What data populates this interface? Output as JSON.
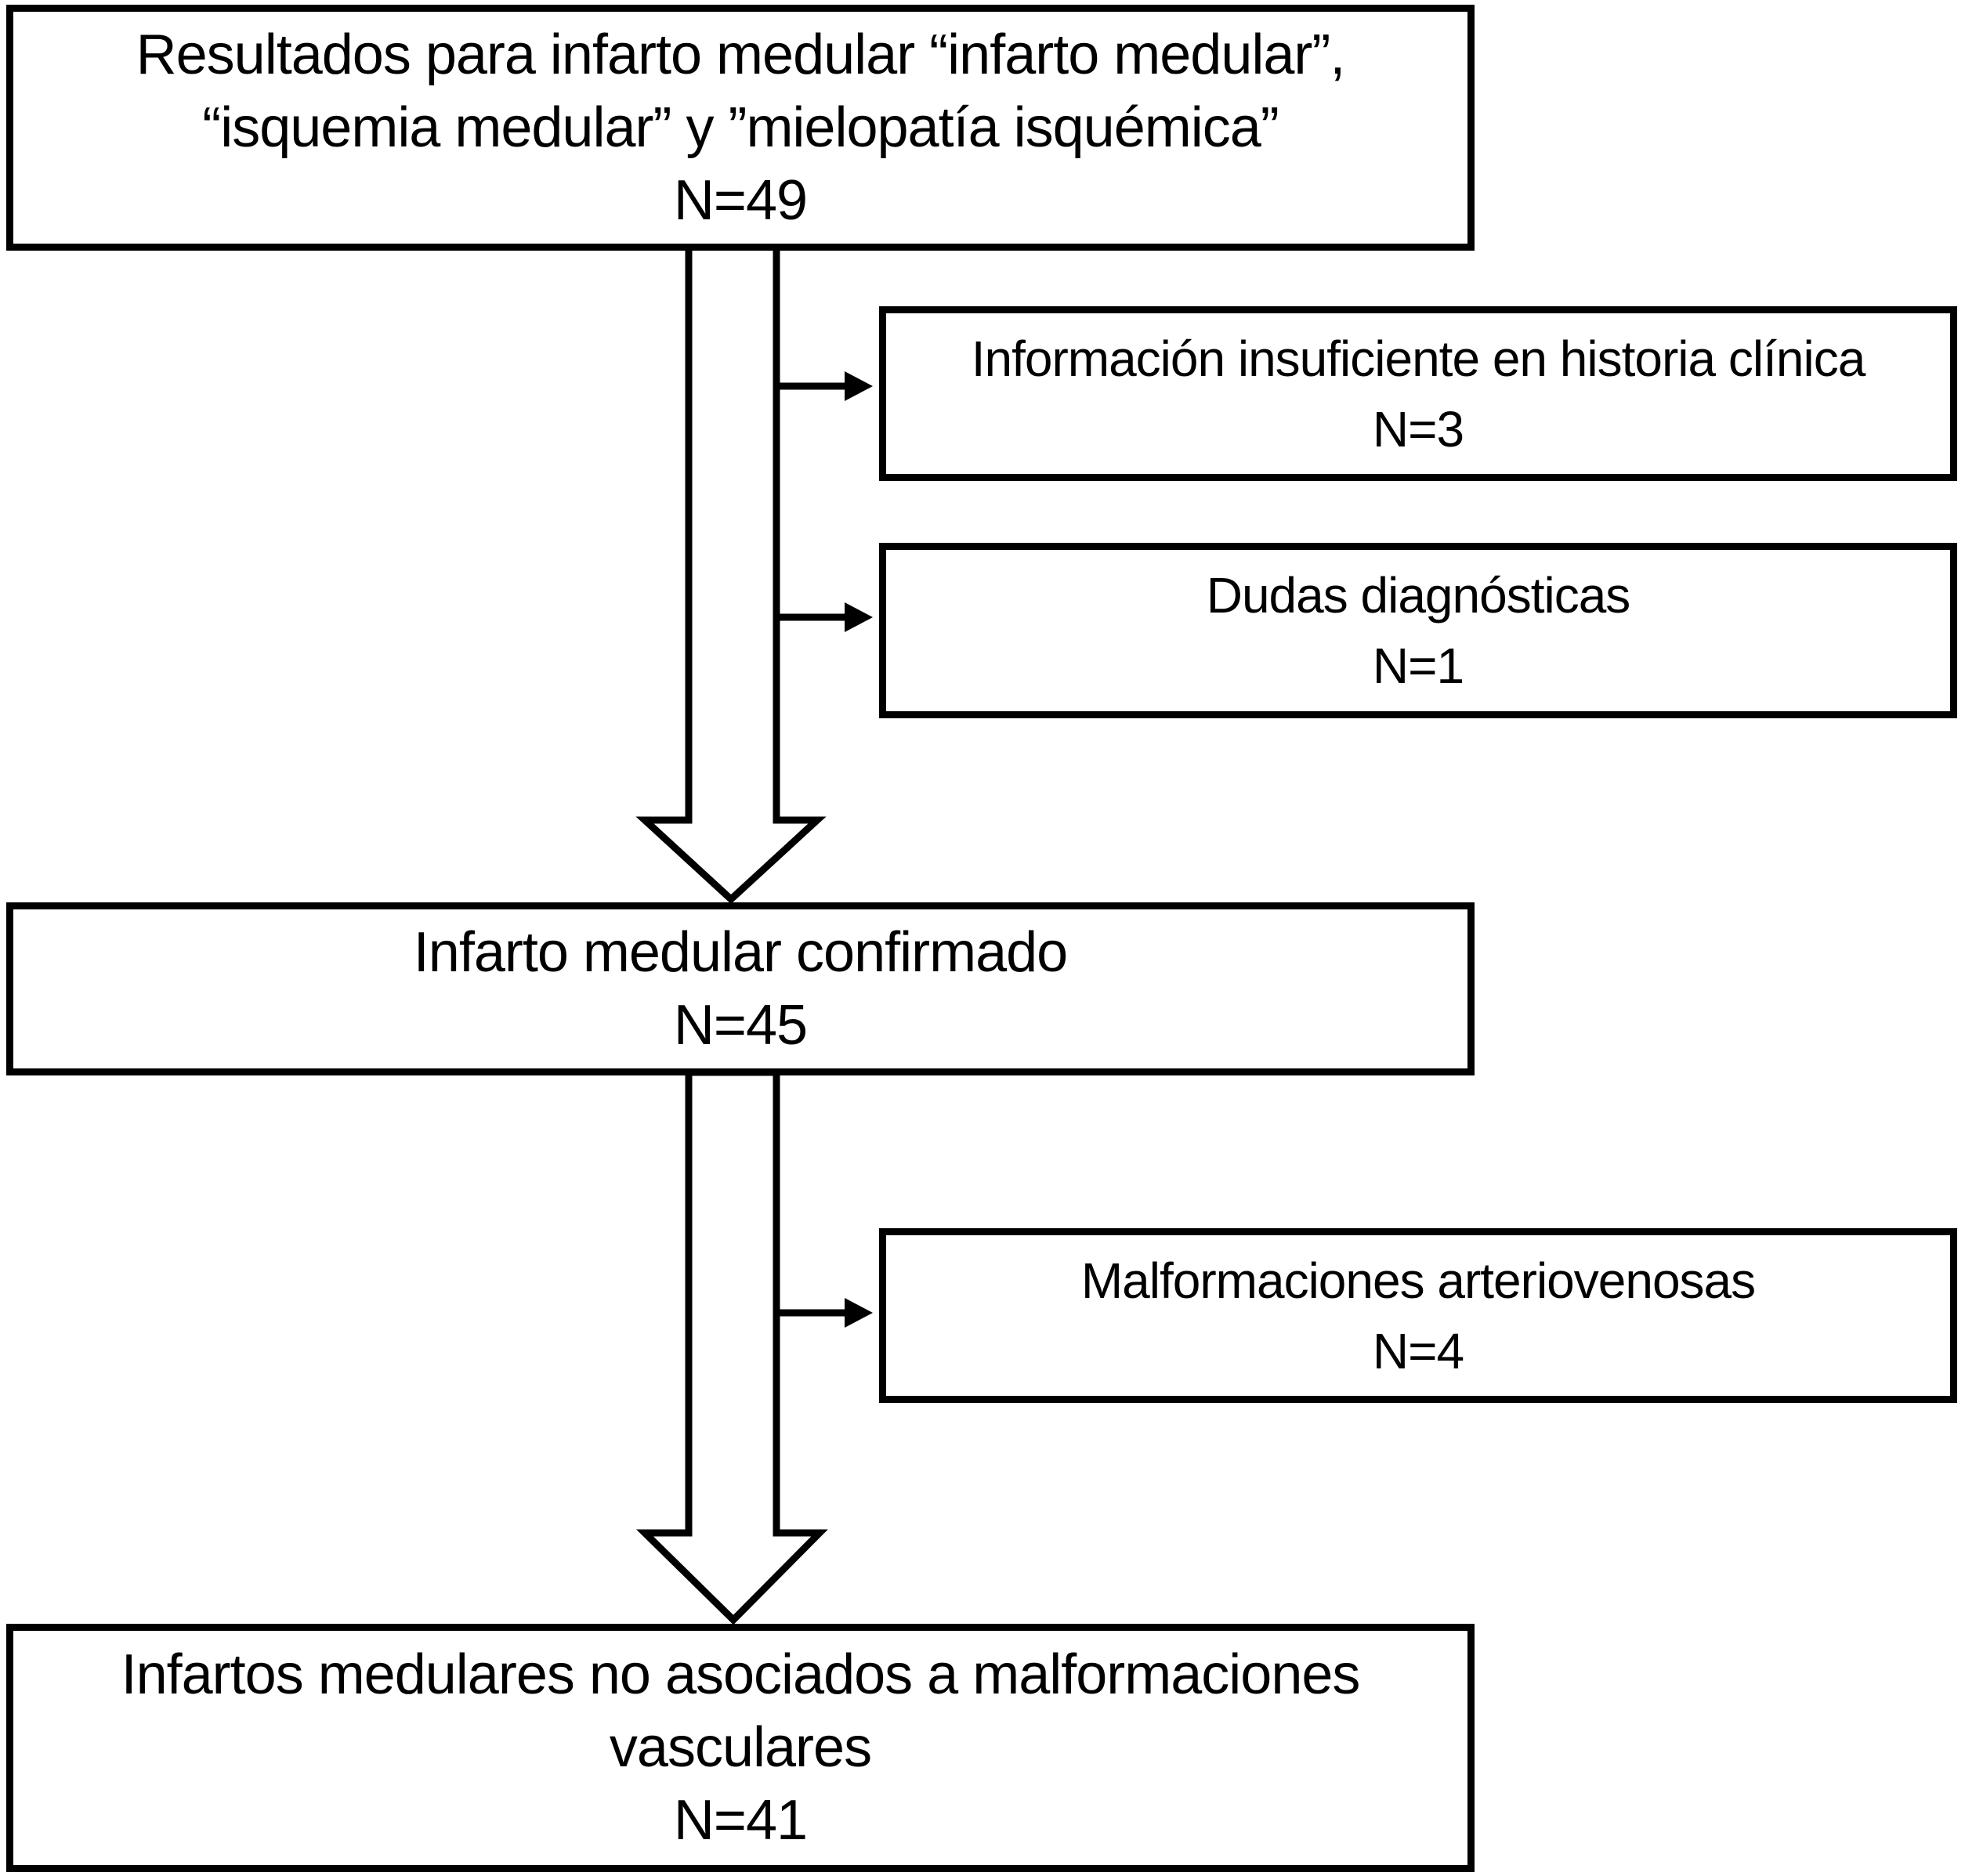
{
  "diagram": {
    "type": "flowchart",
    "language": "es",
    "colors": {
      "line": "#000000",
      "fill": "#ffffff",
      "text": "#000000",
      "background": "#ffffff"
    },
    "boxes": {
      "results": {
        "line1": "Resultados para infarto medular “infarto medular”,",
        "line2": "“isquemia medular” y ”mielopatía isquémica”",
        "n": "N=49"
      },
      "insufficient_info": {
        "line1": "Información insuficiente en historia clínica",
        "n": "N=3"
      },
      "diagnostic_doubts": {
        "line1": "Dudas diagnósticas",
        "n": "N=1"
      },
      "confirmed": {
        "line1": "Infarto medular confirmado",
        "n": "N=45"
      },
      "avm": {
        "line1": "Malformaciones arteriovenosas",
        "n": "N=4"
      },
      "final": {
        "line1": "Infartos medulares no asociados a malformaciones",
        "line2": "vasculares",
        "n": "N=41"
      }
    }
  }
}
